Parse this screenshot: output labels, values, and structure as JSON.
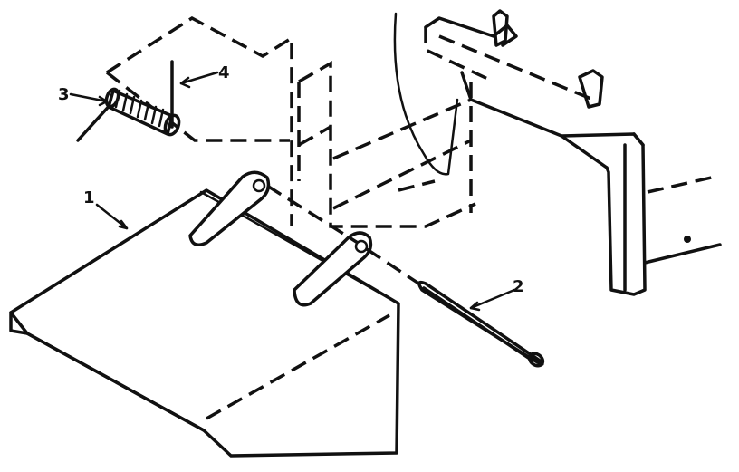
{
  "diagram": {
    "callouts": [
      {
        "id": "1",
        "label": "1"
      },
      {
        "id": "2",
        "label": "2"
      },
      {
        "id": "3",
        "label": "3"
      },
      {
        "id": "4",
        "label": "4"
      }
    ],
    "parts": [
      "deflector-plate",
      "hinge-pin",
      "torsion-spring",
      "spring-pin",
      "hinge-bracket"
    ]
  }
}
